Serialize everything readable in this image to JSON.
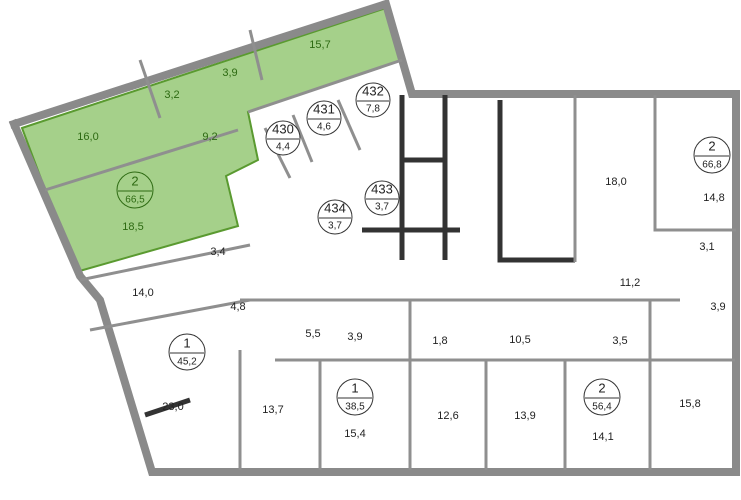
{
  "colors": {
    "selected_apartment": "#a5d08a",
    "selected_stroke": "#5a9a30",
    "wall": "#8a8a8a"
  },
  "apartments": [
    {
      "rooms": "2",
      "total": "66,5",
      "selected": true
    },
    {
      "rooms": "1",
      "total": "45,2"
    },
    {
      "rooms": "1",
      "total": "38,5"
    },
    {
      "rooms": "2",
      "total": "56,4"
    },
    {
      "rooms": "2",
      "total": "66,8"
    }
  ],
  "storage_units": [
    {
      "number": "430",
      "area": "4,4"
    },
    {
      "number": "431",
      "area": "4,6"
    },
    {
      "number": "432",
      "area": "7,8"
    },
    {
      "number": "433",
      "area": "3,7"
    },
    {
      "number": "434",
      "area": "3,7"
    }
  ],
  "rooms": {
    "g_16_0": "16,0",
    "g_18_5": "18,5",
    "g_3_2": "3,2",
    "g_3_9": "3,9",
    "g_9_2": "9,2",
    "g_15_7": "15,7",
    "r_3_4": "3,4",
    "r_14_0": "14,0",
    "r_4_8": "4,8",
    "r_23_0": "23,0",
    "r_5_5": "5,5",
    "r_3_9a": "3,9",
    "r_1_8": "1,8",
    "r_10_5": "10,5",
    "r_3_5": "3,5",
    "r_3_9b": "3,9",
    "r_11_2": "11,2",
    "r_3_1": "3,1",
    "r_18_0": "18,0",
    "r_14_8": "14,8",
    "r_13_7": "13,7",
    "r_15_4": "15,4",
    "r_12_6": "12,6",
    "r_13_9": "13,9",
    "r_14_1": "14,1",
    "r_15_8": "15,8"
  }
}
